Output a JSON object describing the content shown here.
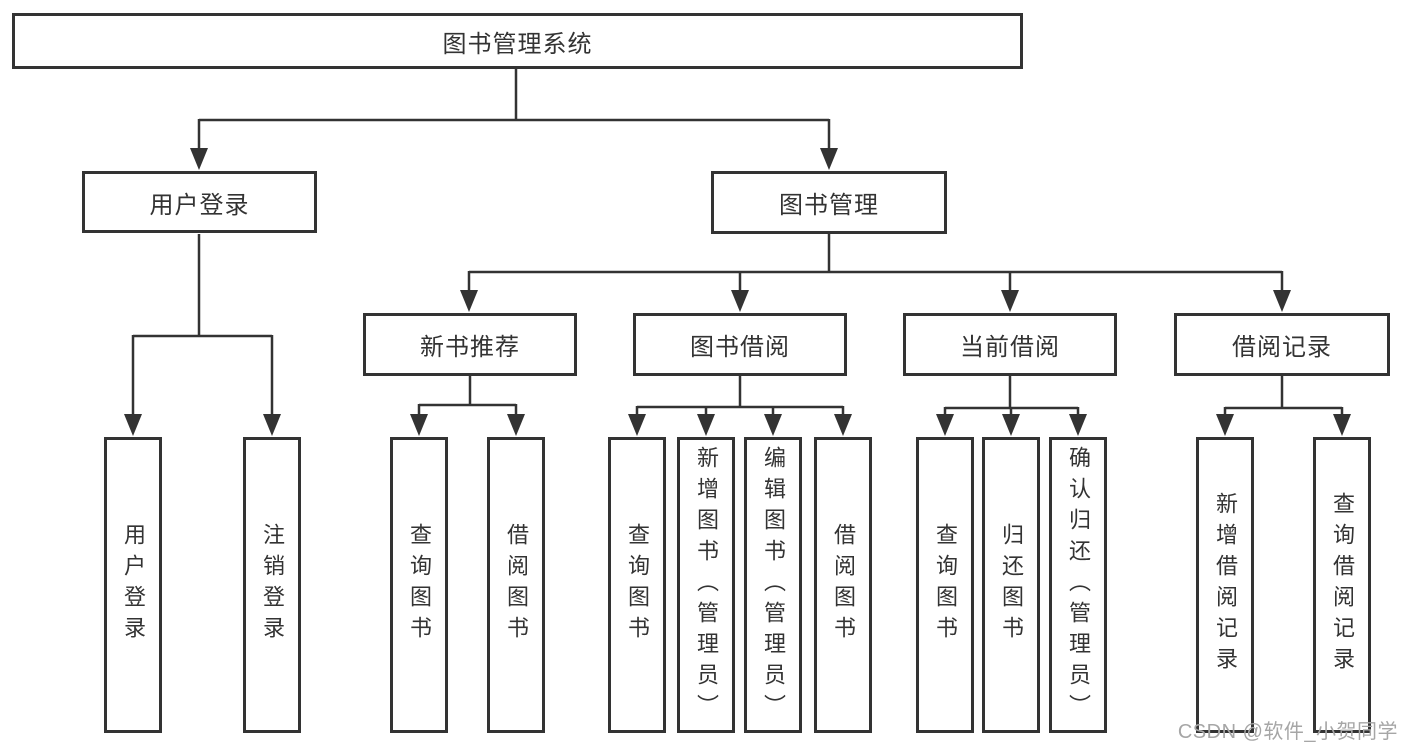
{
  "diagram": {
    "root": {
      "label": "图书管理系统"
    },
    "user_login": {
      "label": "用户登录"
    },
    "book_mgmt": {
      "label": "图书管理"
    },
    "new_book_rec": {
      "label": "新书推荐"
    },
    "book_borrow": {
      "label": "图书借阅"
    },
    "current_borrow": {
      "label": "当前借阅"
    },
    "borrow_records": {
      "label": "借阅记录"
    },
    "leaves": {
      "user_login": {
        "label": "用户登录"
      },
      "logout": {
        "label": "注销登录"
      },
      "nb_query": {
        "label": "查询图书"
      },
      "nb_borrow": {
        "label": "借阅图书"
      },
      "bb_query": {
        "label": "查询图书"
      },
      "bb_add": {
        "label": "新增图书（管理员）"
      },
      "bb_edit": {
        "label": "编辑图书（管理员）"
      },
      "bb_borrow": {
        "label": "借阅图书"
      },
      "cb_query": {
        "label": "查询图书"
      },
      "cb_return": {
        "label": "归还图书"
      },
      "cb_confirm": {
        "label": "确认归还（管理员）"
      },
      "br_add": {
        "label": "新增借阅记录"
      },
      "br_query": {
        "label": "查询借阅记录"
      }
    }
  },
  "watermark": {
    "text": "CSDN @软件_小贺同学"
  },
  "colors": {
    "line": "#333333",
    "text": "#333333",
    "watermark": "#a6a6a6",
    "background": "#ffffff"
  }
}
